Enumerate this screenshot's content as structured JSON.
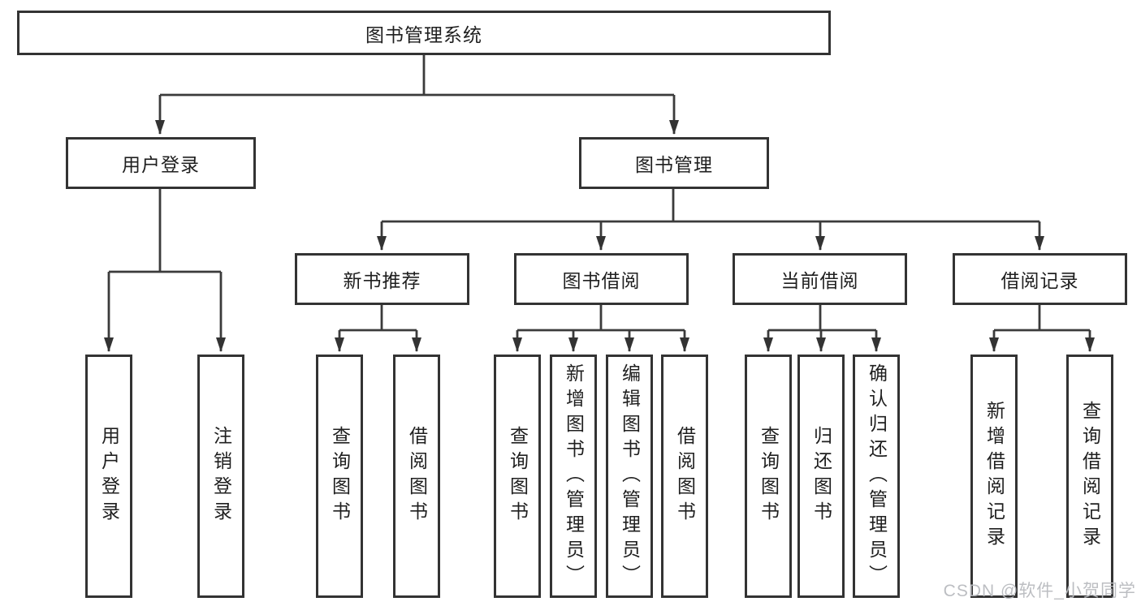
{
  "diagram": {
    "root": "图书管理系统",
    "branches": [
      {
        "label": "用户登录",
        "leaves": [
          "用户登录",
          "注销登录"
        ]
      },
      {
        "label": "图书管理",
        "sections": [
          {
            "label": "新书推荐",
            "leaves": [
              "查询图书",
              "借阅图书"
            ]
          },
          {
            "label": "图书借阅",
            "leaves": [
              "查询图书",
              "新增图书（管理员）",
              "编辑图书（管理员）",
              "借阅图书"
            ]
          },
          {
            "label": "当前借阅",
            "leaves": [
              "查询图书",
              "归还图书",
              "确认归还（管理员）"
            ]
          },
          {
            "label": "借阅记录",
            "leaves": [
              "新增借阅记录",
              "查询借阅记录"
            ]
          }
        ]
      }
    ]
  },
  "watermark": "CSDN @软件_小贺同学",
  "colors": {
    "line": "#3b3b3b",
    "arrow": "#333333",
    "box_border": "#333333",
    "text": "#1f1f1f",
    "background": "#ffffff",
    "watermark": "#b8bbbf"
  }
}
